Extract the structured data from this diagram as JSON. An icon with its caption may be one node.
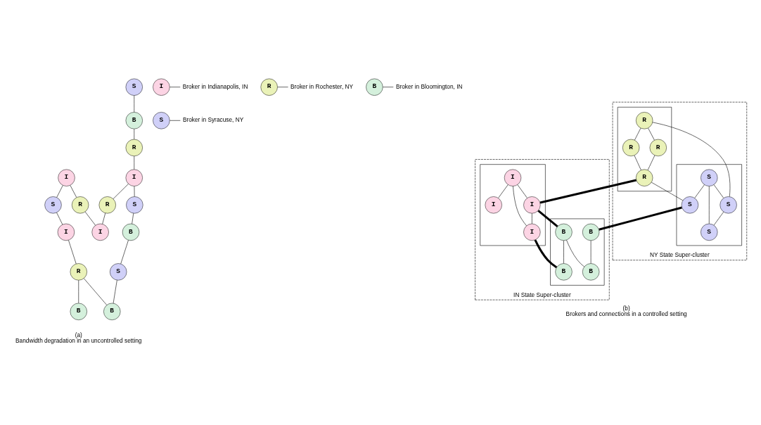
{
  "diagram": {
    "nodes": [
      {
        "text": [
          "S"
        ]
      },
      {
        "text": [
          "Broker in Syracuse, NY"
        ]
      },
      {
        "text": [
          "B"
        ]
      },
      {
        "text": [
          "Broker in Bloomington, IN"
        ]
      },
      {
        "text": [
          "R"
        ]
      },
      {
        "text": [
          "Broker in Rochester, NY"
        ]
      },
      {
        "text": [
          "I"
        ]
      },
      {
        "text": [
          "Broker in Indianapolis, IN"
        ]
      },
      {
        "text": [
          "R"
        ]
      },
      {
        "text": [
          "I"
        ]
      },
      {
        "text": [
          "B"
        ]
      },
      {
        "text": [
          "S"
        ]
      },
      {
        "text": [
          "R"
        ]
      },
      {
        "text": [
          "S"
        ]
      },
      {
        "text": [
          "B"
        ]
      },
      {
        "text": [
          "I"
        ]
      },
      {
        "text": [
          "R"
        ]
      },
      {
        "text": [
          "S"
        ]
      },
      {
        "text": [
          "I"
        ]
      },
      {
        "text": [
          "S"
        ]
      },
      {
        "text": [
          "R"
        ]
      },
      {
        "text": [
          "B"
        ]
      },
      {
        "text": [
          "I"
        ]
      },
      {
        "text": [
          "B"
        ]
      },
      {
        "text": [
          "NY State Super-cluster"
        ]
      },
      {
        "text": [],
        "shape": "box",
        "in": 24
      },
      {
        "text": [
          "R"
        ],
        "in": 25
      },
      {
        "text": [
          "R"
        ],
        "in": 25
      },
      {
        "text": [
          "R"
        ],
        "in": 25
      },
      {
        "text": [
          "R"
        ],
        "in": 25
      },
      {
        "text": [],
        "shape": "box",
        "in": 24
      },
      {
        "text": [
          "S"
        ],
        "in": 30
      },
      {
        "text": [
          "S"
        ],
        "in": 30
      },
      {
        "text": [
          "S"
        ],
        "in": 30
      },
      {
        "text": [
          "S"
        ],
        "in": 30
      },
      {
        "text": [
          "IN State Super-cluster"
        ]
      },
      {
        "text": [],
        "shape": "box",
        "in": 35
      },
      {
        "text": [
          "I"
        ],
        "in": 36
      },
      {
        "text": [
          "I"
        ],
        "in": 36
      },
      {
        "text": [
          "I"
        ],
        "in": 36
      },
      {
        "text": [
          "I"
        ],
        "in": 36
      },
      {
        "text": [],
        "shape": "box",
        "in": 35
      },
      {
        "text": [
          "B"
        ],
        "in": 41
      },
      {
        "text": [
          "B"
        ],
        "in": 41
      },
      {
        "text": [
          "B"
        ],
        "in": 41
      },
      {
        "text": [
          "B"
        ],
        "in": 41
      }
    ],
    "edges": [
      {
        "from": 0,
        "to": 1,
        "arrow": "none"
      },
      {
        "from": 2,
        "to": 3,
        "arrow": "none"
      },
      {
        "from": 4,
        "to": 5,
        "arrow": "none"
      },
      {
        "from": 6,
        "to": 7,
        "arrow": "none"
      },
      {
        "from": 13,
        "to": 10,
        "arrow": "none"
      },
      {
        "from": 10,
        "to": 8,
        "arrow": "none"
      },
      {
        "from": 8,
        "to": 9,
        "arrow": "none"
      },
      {
        "from": 9,
        "to": 11,
        "arrow": "none"
      },
      {
        "from": 9,
        "to": 12,
        "arrow": "none"
      },
      {
        "from": 12,
        "to": 18,
        "arrow": "none"
      },
      {
        "from": 11,
        "to": 14,
        "arrow": "none"
      },
      {
        "from": 14,
        "to": 17,
        "arrow": "none"
      },
      {
        "from": 17,
        "to": 21,
        "arrow": "none"
      },
      {
        "from": 15,
        "to": 16,
        "arrow": "none"
      },
      {
        "from": 16,
        "to": 18,
        "arrow": "none"
      },
      {
        "from": 15,
        "to": 19,
        "arrow": "none"
      },
      {
        "from": 19,
        "to": 22,
        "arrow": "none"
      },
      {
        "from": 22,
        "to": 20,
        "arrow": "none"
      },
      {
        "from": 20,
        "to": 21,
        "arrow": "none"
      },
      {
        "from": 20,
        "to": 23,
        "arrow": "none"
      },
      {
        "from": 26,
        "to": 27,
        "arrow": "none"
      },
      {
        "from": 26,
        "to": 28,
        "arrow": "none"
      },
      {
        "from": 27,
        "to": 29,
        "arrow": "none"
      },
      {
        "from": 28,
        "to": 29,
        "arrow": "none"
      },
      {
        "from": 26,
        "to": 31,
        "arrow": "none"
      },
      {
        "from": 29,
        "to": 34,
        "arrow": "none"
      },
      {
        "from": 32,
        "to": 31,
        "arrow": "none"
      },
      {
        "from": 32,
        "to": 33,
        "arrow": "none"
      },
      {
        "from": 32,
        "to": 34,
        "arrow": "none"
      },
      {
        "from": 31,
        "to": 33,
        "arrow": "none"
      },
      {
        "from": 29,
        "to": 40,
        "arrow": "none",
        "style": "thick"
      },
      {
        "from": 34,
        "to": 43,
        "arrow": "none",
        "style": "thick"
      },
      {
        "from": 38,
        "to": 37,
        "arrow": "none"
      },
      {
        "from": 38,
        "to": 39,
        "arrow": "none"
      },
      {
        "from": 38,
        "to": 40,
        "arrow": "none"
      },
      {
        "from": 40,
        "to": 39,
        "arrow": "none"
      },
      {
        "from": 40,
        "to": 42,
        "arrow": "none",
        "style": "thick"
      },
      {
        "from": 39,
        "to": 44,
        "arrow": "none",
        "style": "thick"
      },
      {
        "from": 42,
        "to": 44,
        "arrow": "none"
      },
      {
        "from": 42,
        "to": 45,
        "arrow": "none"
      },
      {
        "from": 43,
        "to": 45,
        "arrow": "none"
      }
    ],
    "labels": [
      "(a)",
      "Bandwidth degradation in an uncontrolled setting",
      "(b)",
      "Brokers and connections in a controlled setting"
    ]
  }
}
